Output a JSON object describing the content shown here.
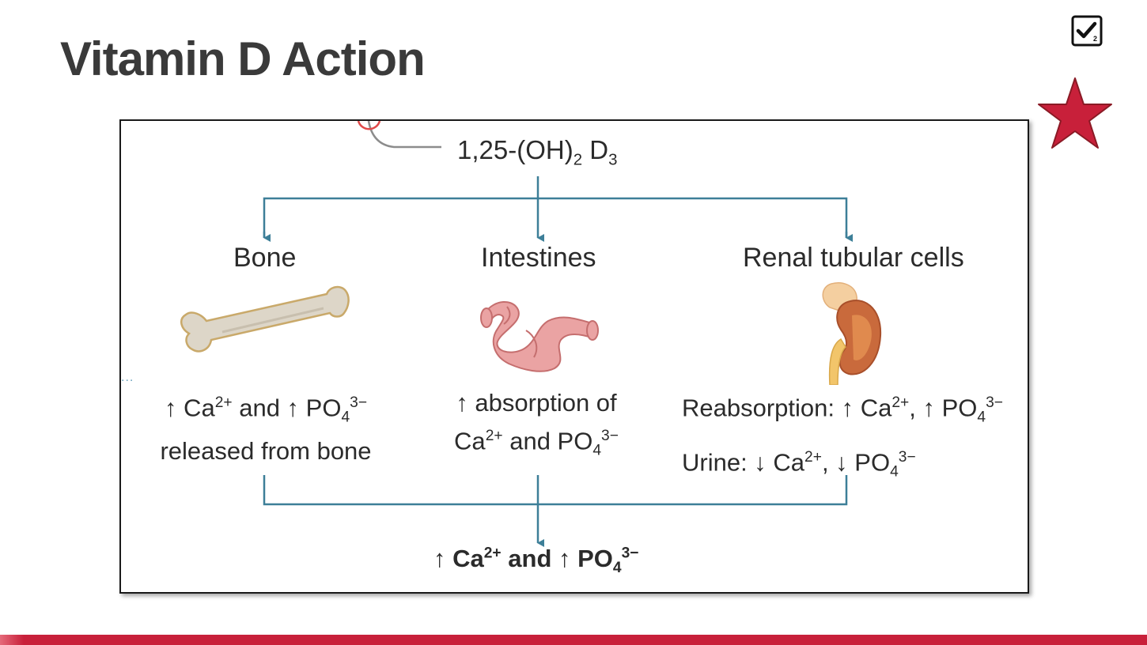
{
  "slide": {
    "title": "Vitamin D Action"
  },
  "diagram": {
    "source_label": "1,25-(OH)2 D3",
    "organs": [
      {
        "name": "Bone",
        "effect_line1": "↑ Ca2+ and ↑ PO43−",
        "effect_line2": "released from bone"
      },
      {
        "name": "Intestines",
        "effect_line1": "↑ absorption of",
        "effect_line2": "Ca2+ and PO43−"
      },
      {
        "name": "Renal tubular cells",
        "effect_line1": "Reabsorption: ↑ Ca2+, ↑ PO43−",
        "effect_line2": "Urine: ↓ Ca2+, ↓ PO43−"
      }
    ],
    "result": "↑ Ca2+ and ↑ PO43−"
  },
  "colors": {
    "accent_red": "#c8203a",
    "arrow_teal": "#3d7f98",
    "title_gray": "#3a3a3a"
  },
  "icons": [
    "checkbox-check-icon",
    "star-icon",
    "bone-image",
    "intestines-image",
    "kidney-image"
  ]
}
